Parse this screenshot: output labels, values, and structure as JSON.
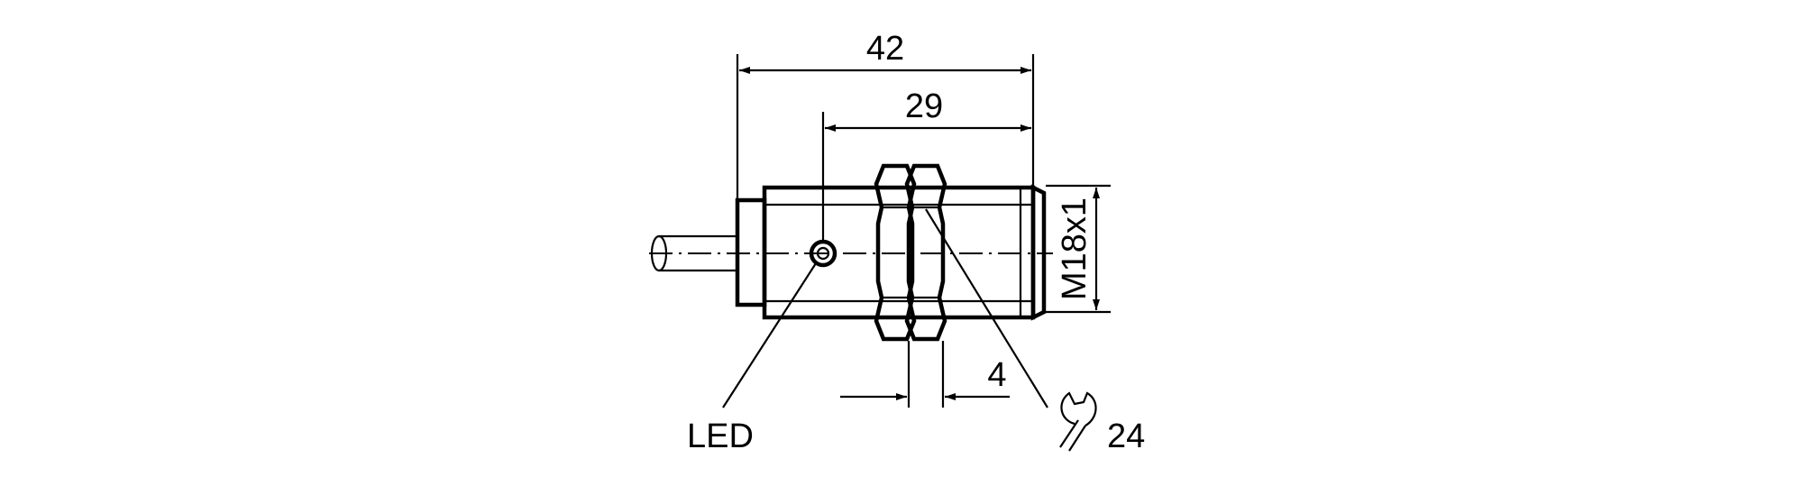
{
  "dimensions": {
    "overall_length": "42",
    "thread_length": "29",
    "nut_width": "4",
    "thread_size": "M18x1",
    "wrench_size": "24"
  },
  "labels": {
    "led": "LED"
  },
  "icons": {
    "wrench": "wrench-icon"
  }
}
